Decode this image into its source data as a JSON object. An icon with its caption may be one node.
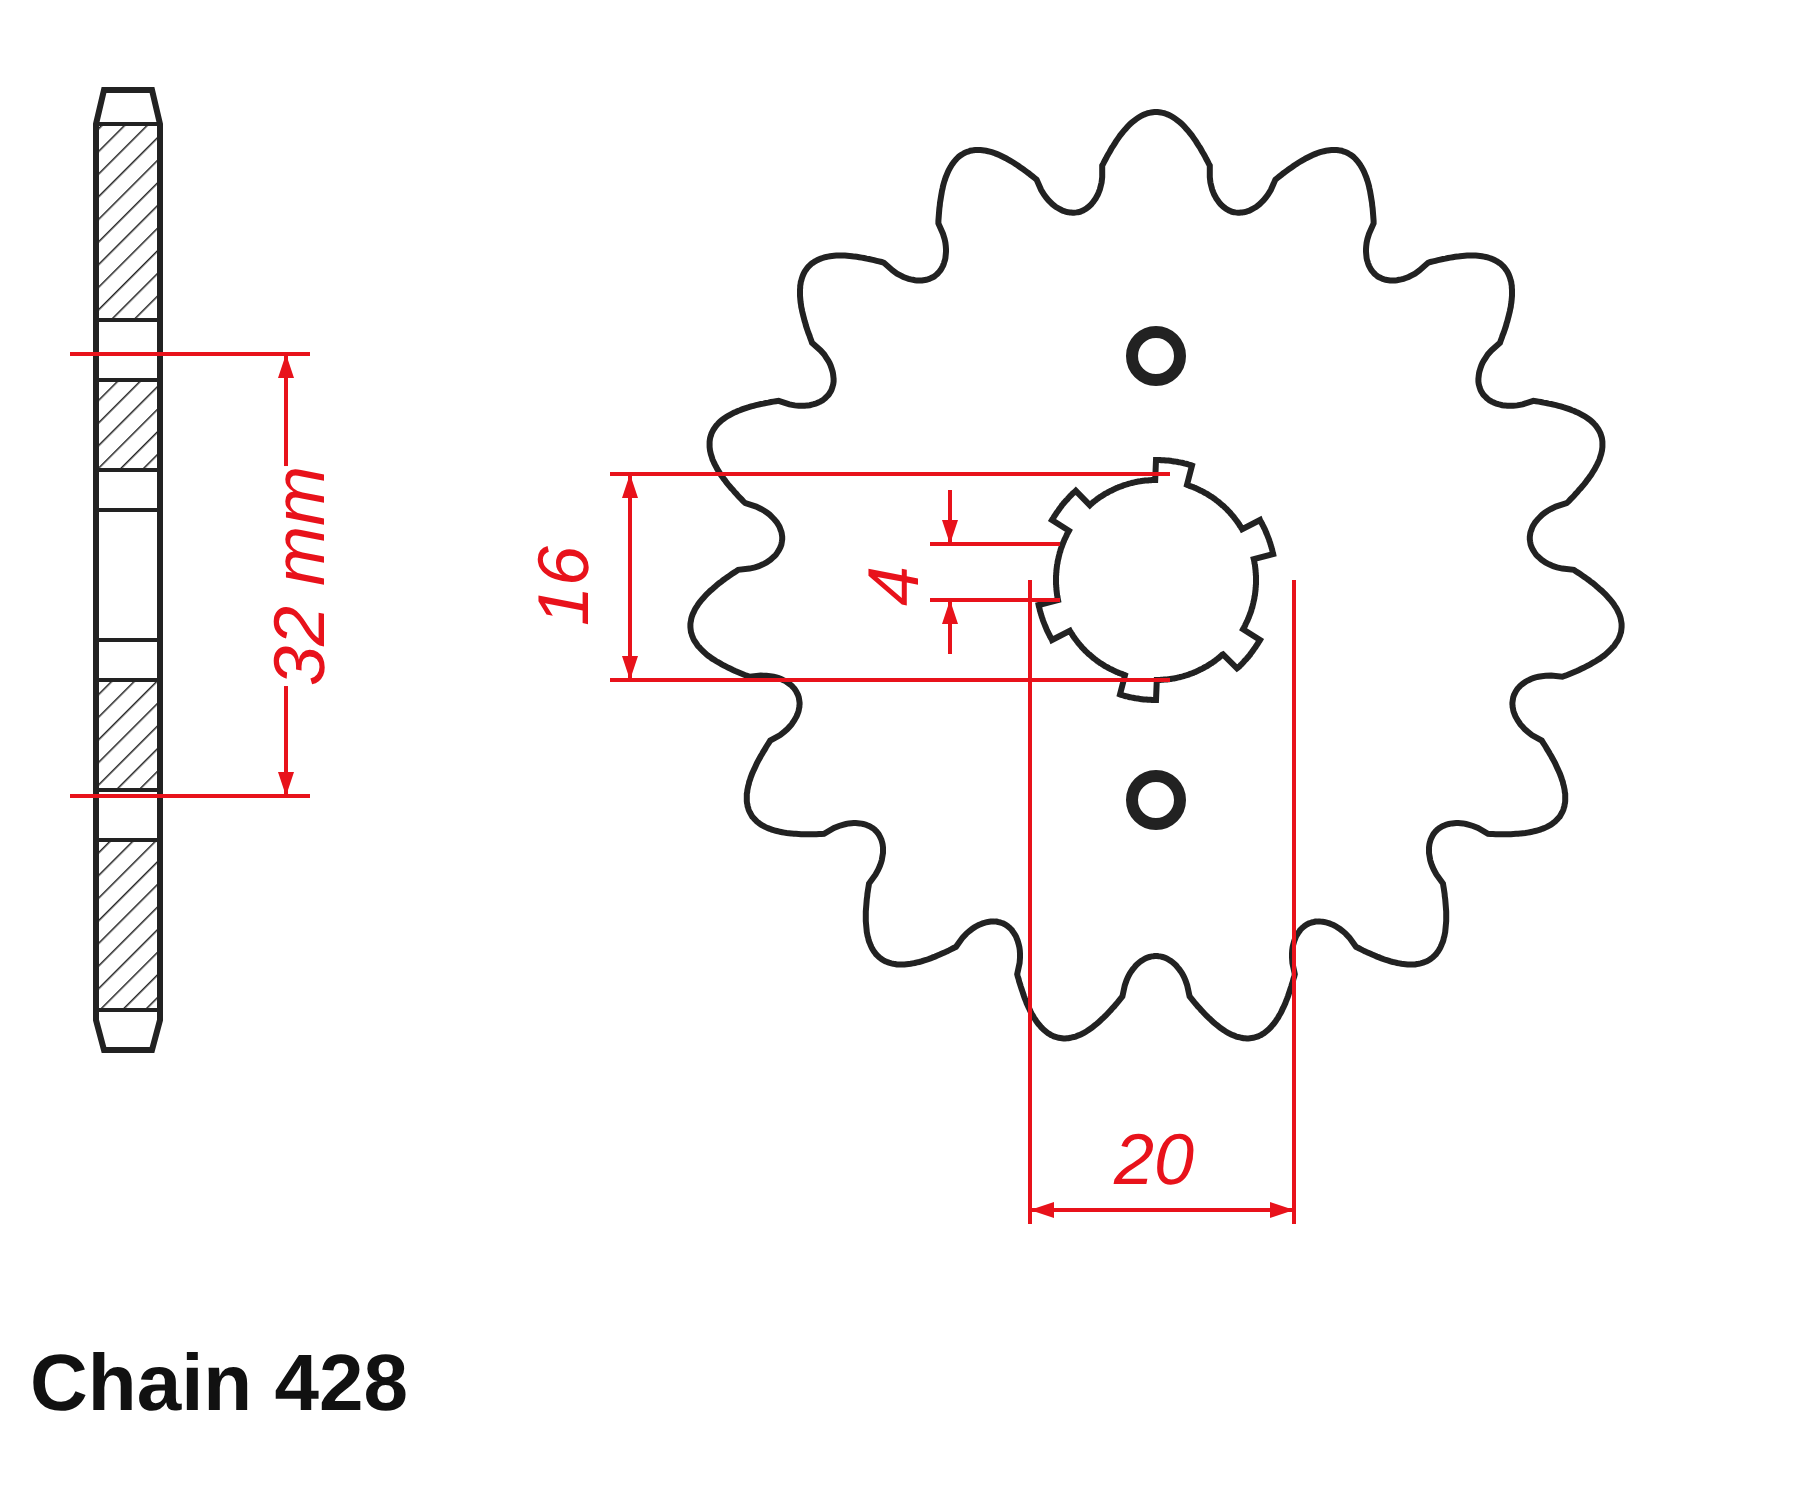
{
  "diagram": {
    "labels": [
      "32 mm",
      "16",
      "4",
      "20",
      "Chain 428"
    ]
  }
}
